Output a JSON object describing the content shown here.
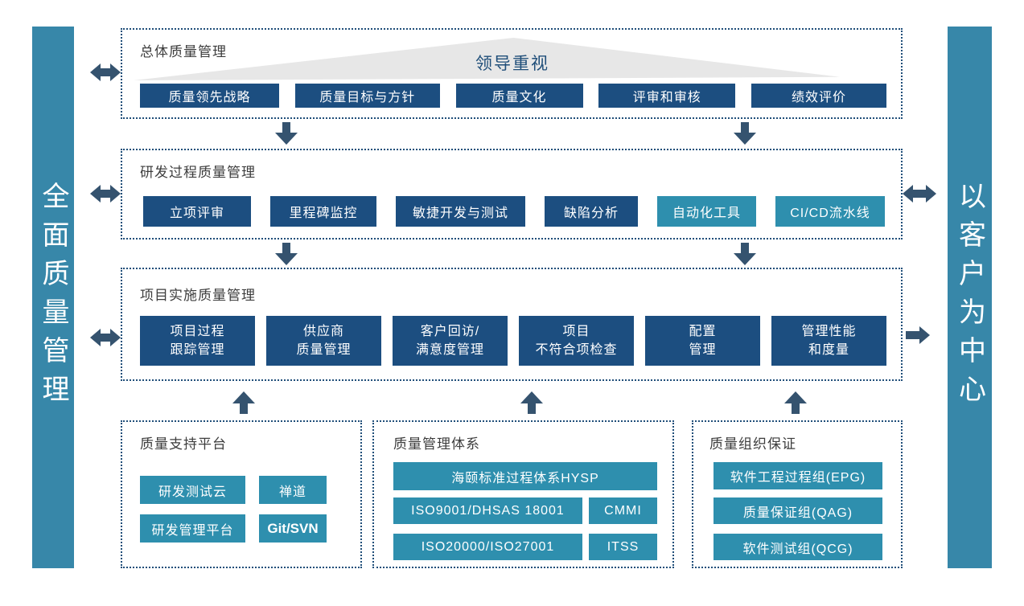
{
  "diagram": {
    "left_bar": {
      "label": "全面质量管理"
    },
    "right_bar": {
      "label": "以客户为中心"
    },
    "overall": {
      "title": "总体质量管理",
      "banner": "领导重视",
      "items": [
        "质量领先战略",
        "质量目标与方针",
        "质量文化",
        "评审和审核",
        "绩效评价"
      ]
    },
    "rd_process": {
      "title": "研发过程质量管理",
      "items": [
        "立项评审",
        "里程碑监控",
        "敏捷开发与测试",
        "缺陷分析",
        "自动化工具",
        "CI/CD流水线"
      ]
    },
    "project_impl": {
      "title": "项目实施质量管理",
      "items": [
        {
          "line1": "项目过程",
          "line2": "跟踪管理"
        },
        {
          "line1": "供应商",
          "line2": "质量管理"
        },
        {
          "line1": "客户回访/",
          "line2": "满意度管理"
        },
        {
          "line1": "项目",
          "line2": "不符合项检查"
        },
        {
          "line1": "配置",
          "line2": "管理"
        },
        {
          "line1": "管理性能",
          "line2": "和度量"
        }
      ]
    },
    "platform": {
      "title": "质量支持平台",
      "items": [
        "研发测试云",
        "禅道",
        "研发管理平台",
        "Git/SVN"
      ]
    },
    "qms": {
      "title": "质量管理体系",
      "items": [
        "海颐标准过程体系HYSP",
        "ISO9001/DHSAS 18001",
        "CMMI",
        "ISO20000/ISO27001",
        "ITSS"
      ]
    },
    "organization": {
      "title": "质量组织保证",
      "items": [
        "软件工程过程组(EPG)",
        "质量保证组(QAG)",
        "软件测试组(QCG)"
      ]
    },
    "colors": {
      "navy_chip": "#1c4e80",
      "teal_chip": "#2e8fae",
      "side_bar": "#3787a9",
      "dotted_border": "#1f4e79",
      "arrow": "#35536f",
      "banner_triangle": "#e7e7e7"
    }
  }
}
